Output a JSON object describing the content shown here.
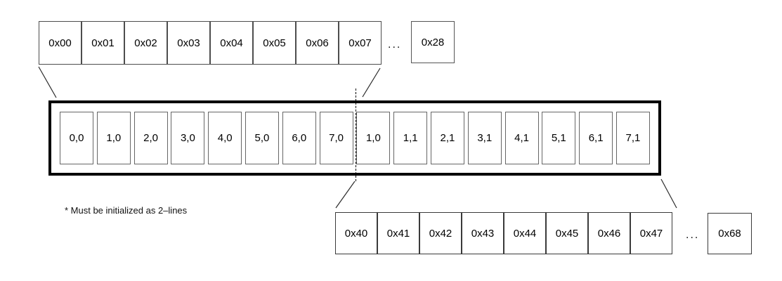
{
  "figure": {
    "top_row": {
      "cells": [
        "0x00",
        "0x01",
        "0x02",
        "0x03",
        "0x04",
        "0x05",
        "0x06",
        "0x07"
      ],
      "ellipsis": "...",
      "last_cell": "0x28"
    },
    "main_box": {
      "cells": [
        "0,0",
        "1,0",
        "2,0",
        "3,0",
        "4,0",
        "5,0",
        "6,0",
        "7,0",
        "1,0",
        "1,1",
        "2,1",
        "3,1",
        "4,1",
        "5,1",
        "6,1",
        "7,1"
      ]
    },
    "bottom_row": {
      "cells": [
        "0x40",
        "0x41",
        "0x42",
        "0x43",
        "0x44",
        "0x45",
        "0x46",
        "0x47"
      ],
      "ellipsis": "...",
      "last_cell": "0x68"
    },
    "footnote": "* Must be initialized as 2–lines",
    "colors": {
      "thick_border": "#000000",
      "thin_border": "#4d4d4d",
      "inner_cell_border": "#666666",
      "background": "#ffffff"
    }
  }
}
